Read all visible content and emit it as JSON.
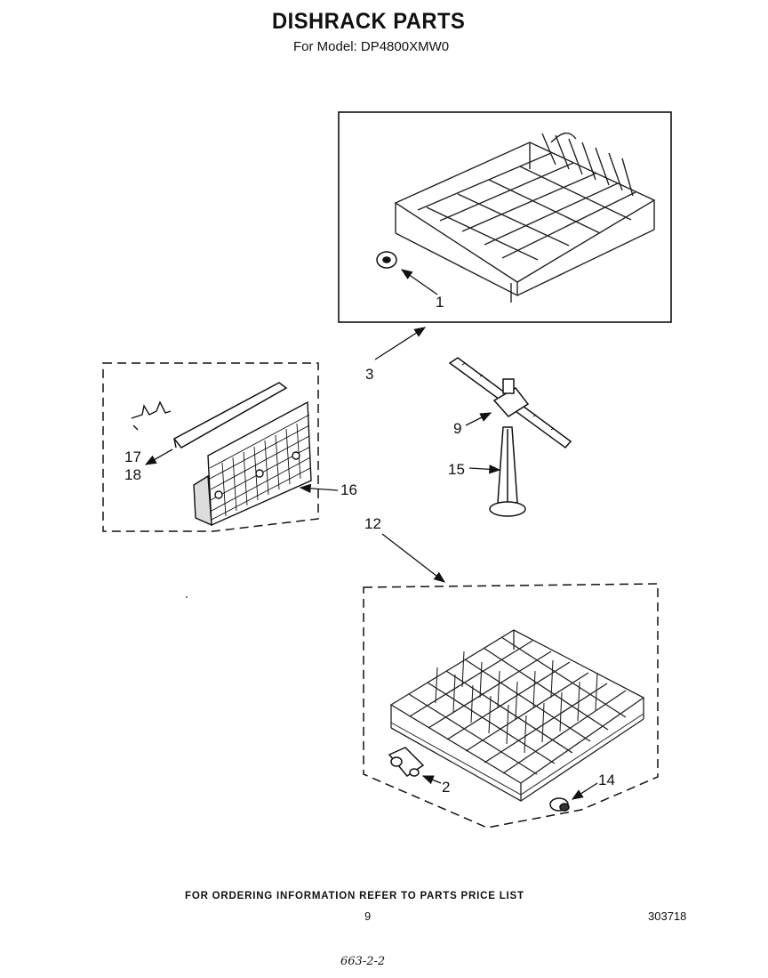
{
  "header": {
    "title": "DISHRACK PARTS",
    "model": "For Model: DP4800XMW0"
  },
  "callouts": [
    {
      "id": "callout-1",
      "label": "1"
    },
    {
      "id": "callout-3",
      "label": "3"
    },
    {
      "id": "callout-9",
      "label": "9"
    },
    {
      "id": "callout-15",
      "label": "15"
    },
    {
      "id": "callout-17",
      "label": "17"
    },
    {
      "id": "callout-18",
      "label": "18"
    },
    {
      "id": "callout-16",
      "label": "16"
    },
    {
      "id": "callout-12",
      "label": "12"
    },
    {
      "id": "callout-2",
      "label": "2"
    },
    {
      "id": "callout-14",
      "label": "14"
    }
  ],
  "footer": {
    "ordering_note": "FOR ORDERING INFORMATION REFER TO PARTS PRICE LIST",
    "page_number": "9",
    "document_number": "303718",
    "handwritten_note": "663-2-2"
  }
}
